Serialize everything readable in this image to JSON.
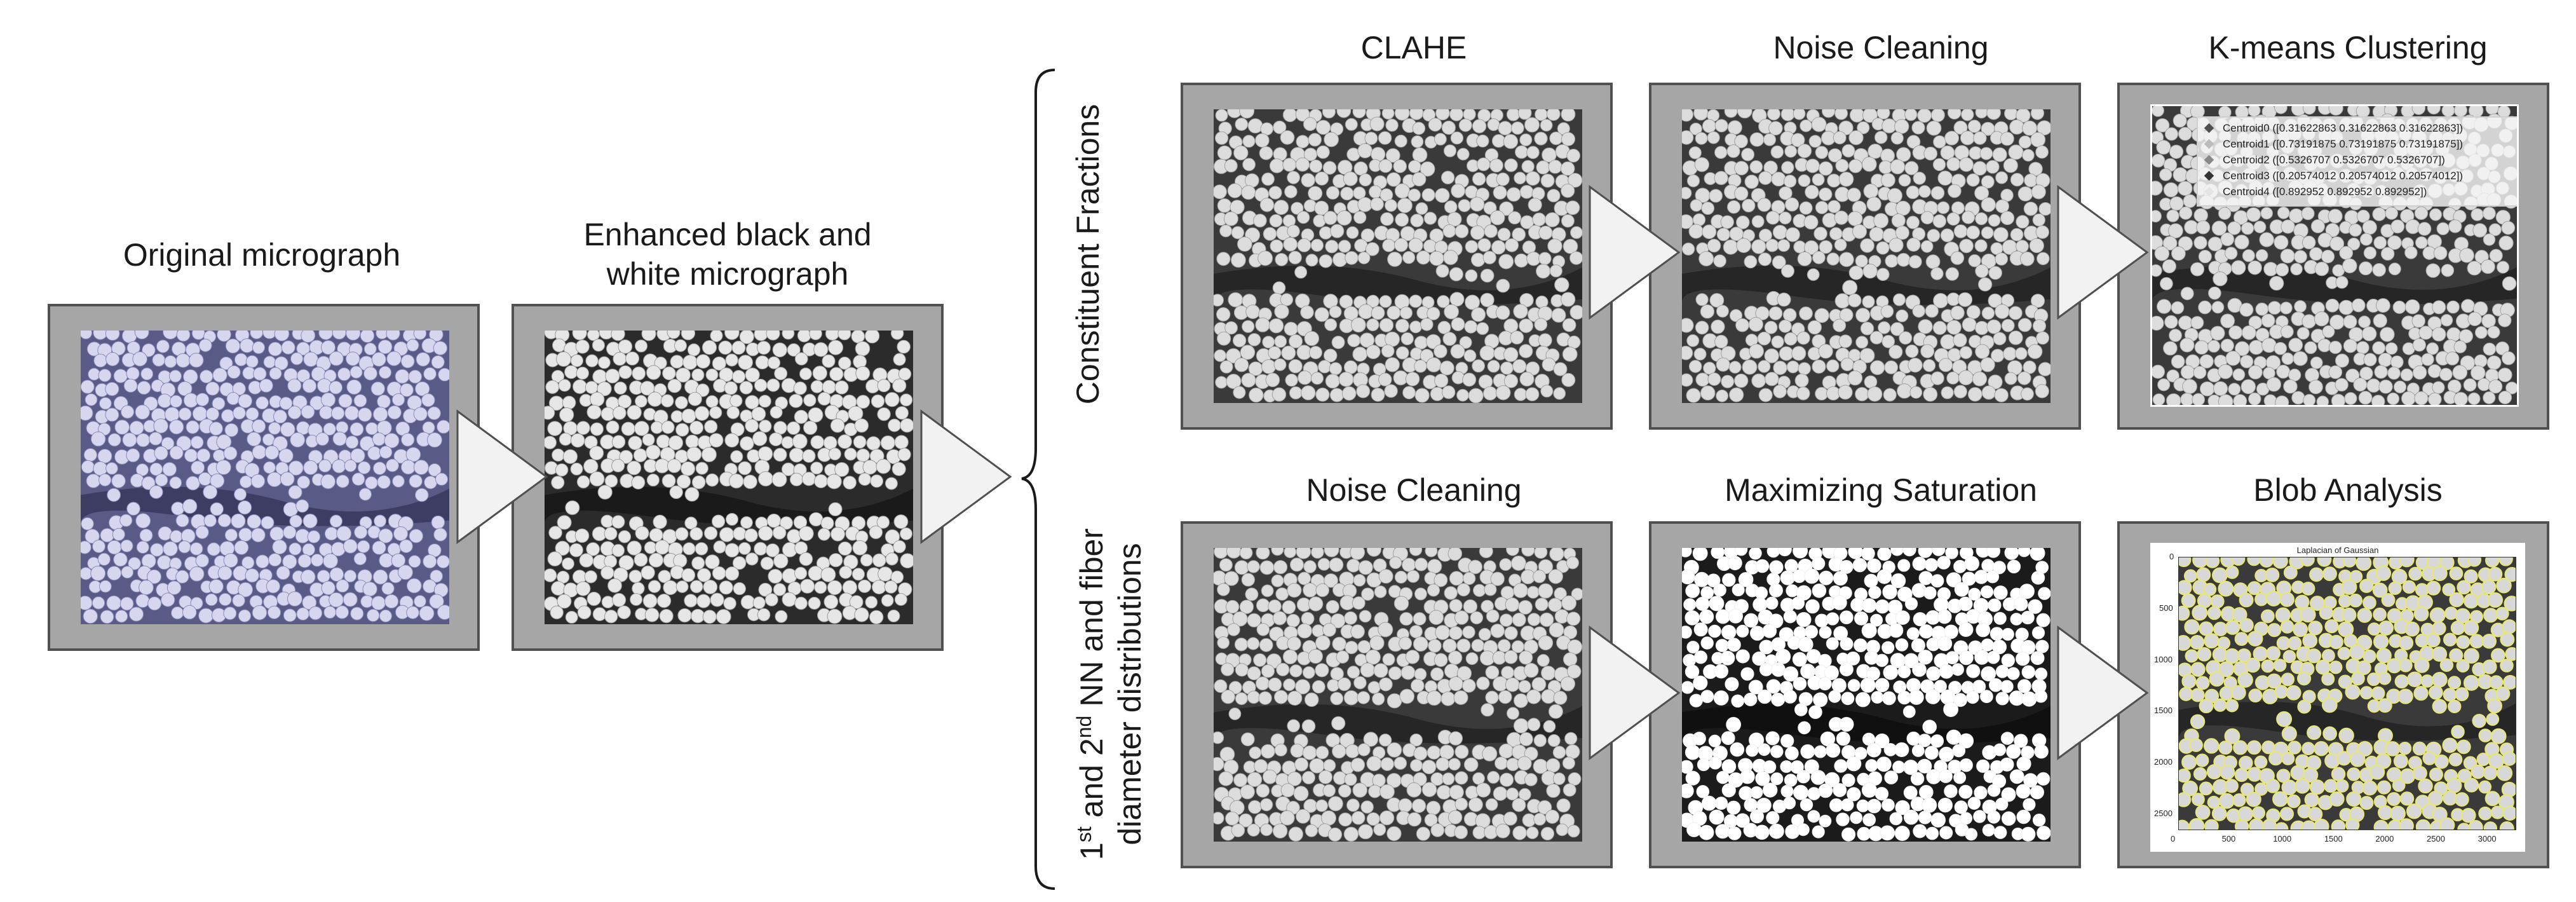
{
  "steps": {
    "original": "Original micrograph",
    "enhanced_line1": "Enhanced black and",
    "enhanced_line2": "white micrograph",
    "clahe": "CLAHE",
    "noise_cleaning_top": "Noise Cleaning",
    "kmeans": "K-means Clustering",
    "noise_cleaning_bottom": "Noise Cleaning",
    "max_saturation": "Maximizing Saturation",
    "blob_analysis": "Blob Analysis"
  },
  "branches": {
    "top": "Constituent Fractions",
    "bottom_prefix": "1",
    "bottom_sup1": "st",
    "bottom_mid": " and 2",
    "bottom_sup2": "nd",
    "bottom_rest": " NN  and fiber",
    "bottom_line2": "diameter distributions"
  },
  "kmeans_legend": [
    {
      "label": "Centroid0 ([0.31622863 0.31622863 0.31622863])",
      "color": "#505050"
    },
    {
      "label": "Centroid1 ([0.73191875 0.73191875 0.73191875])",
      "color": "#bbbbbb"
    },
    {
      "label": "Centroid2 ([0.5326707 0.5326707 0.5326707])",
      "color": "#888888"
    },
    {
      "label": "Centroid3 ([0.20574012 0.20574012 0.20574012])",
      "color": "#343434"
    },
    {
      "label": "Centroid4 ([0.892952 0.892952 0.892952])",
      "color": "#e4e4e4"
    }
  ],
  "blob_plot": {
    "title": "Laplacian of Gaussian",
    "x_ticks": [
      "0",
      "500",
      "1000",
      "1500",
      "2000",
      "2500",
      "3000"
    ],
    "y_ticks": [
      "0",
      "500",
      "1000",
      "1500",
      "2000",
      "2500"
    ]
  },
  "colors": {
    "frame_fill": "#a6a6a6",
    "frame_border": "#505050",
    "arrow_fill": "#f2f2f2",
    "original_tint": "#6a6a9a",
    "blob_circle": "#e8e870"
  }
}
